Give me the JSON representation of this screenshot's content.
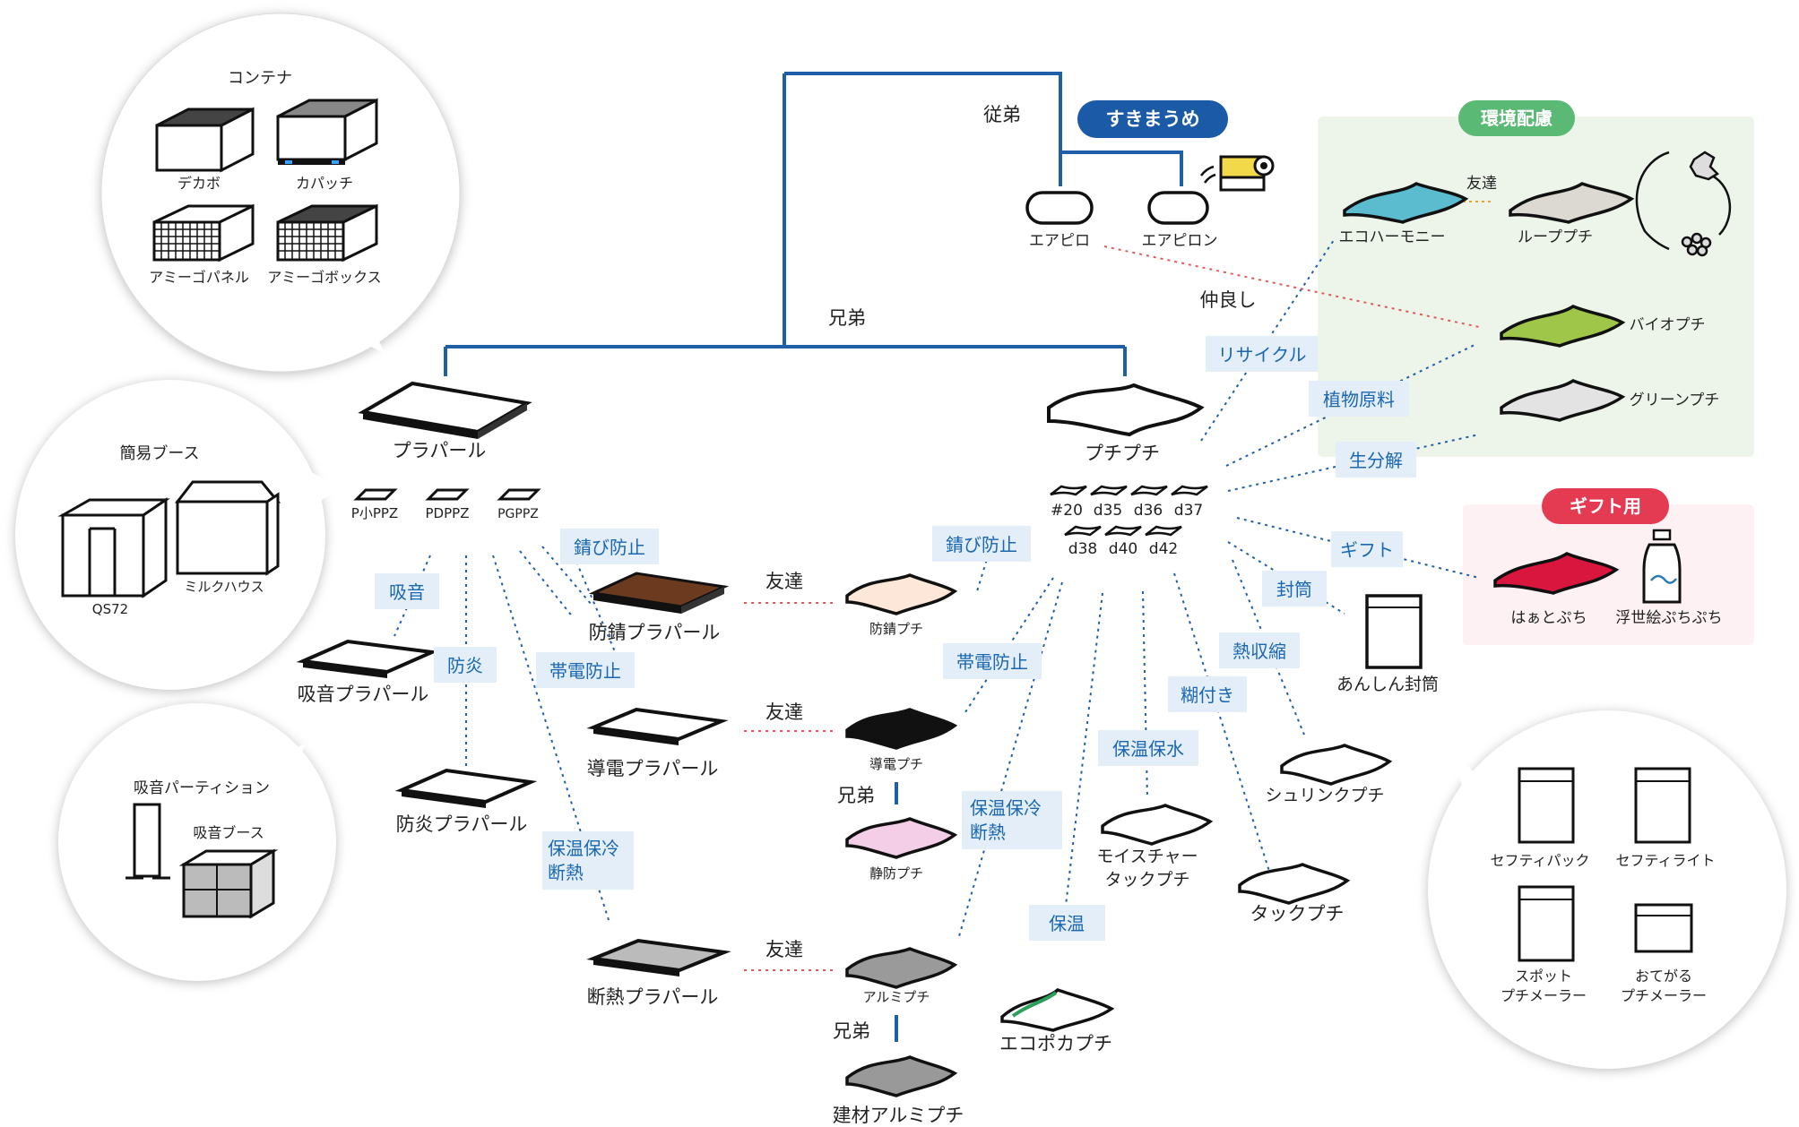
{
  "bubbles": {
    "container": {
      "title": "コンテナ",
      "items": [
        "デカボ",
        "カパッチ",
        "アミーゴパネル",
        "アミーゴボックス"
      ]
    },
    "simple_booth": {
      "title": "簡易ブース",
      "items": [
        "QS72",
        "ミルクハウス"
      ]
    },
    "sound_partition": {
      "title": "吸音パーティション",
      "items": [
        "吸音ブース"
      ]
    },
    "envelopes": {
      "items": [
        "セフティパック",
        "セフティライト",
        "スポット",
        "プチメーラー",
        "おてがる",
        "プチメーラー"
      ]
    }
  },
  "tree": {
    "relations": {
      "cousin": "従弟",
      "brother": "兄弟",
      "friend": "友達",
      "friendly": "仲良し"
    }
  },
  "badges": {
    "sukimaume": "すきまうめ",
    "eco": "環境配慮",
    "gift": "ギフト用"
  },
  "products": {
    "aipiro": "エアピロ",
    "aipiron": "エアピロン",
    "purapearl": "プラパール",
    "puchipuchi": "プチプチ",
    "ppz": [
      "P小PPZ",
      "PDPPZ",
      "PGPPZ"
    ],
    "sizes_row1": [
      "#20",
      "d35",
      "d36",
      "d37"
    ],
    "sizes_row2": [
      "d38",
      "d40",
      "d42"
    ],
    "bousei_purapearl": "防錆プラパール",
    "bousei_puchi": "防錆プチ",
    "kyuon_purapearl": "吸音プラパール",
    "douden_purapearl": "導電プラパール",
    "douden_puchi": "導電プチ",
    "seibou_puchi": "静防プチ",
    "bouen_purapearl": "防炎プラパール",
    "dannetsu_purapearl": "断熱プラパール",
    "alumi_puchi": "アルミプチ",
    "kenzai_alumi_puchi": "建材アルミプチ",
    "ecopoca_puchi": "エコポカプチ",
    "moisture_tack": [
      "モイスチャー",
      "タックプチ"
    ],
    "tack_puchi": "タックプチ",
    "shrink_puchi": "シュリンクプチ",
    "anshin_futou": "あんしん封筒",
    "eco_harmony": "エコハーモニー",
    "loop_puchi": "ループプチ",
    "bio_puchi": "バイオプチ",
    "green_puchi": "グリーンプチ",
    "heart_puchi": "はぁとぷち",
    "ukiyoe_puchi": "浮世絵ぷちぷち"
  },
  "features": {
    "recycle": "リサイクル",
    "plant": "植物原料",
    "biodeg": "生分解",
    "gift": "ギフト",
    "envelope": "封筒",
    "heat_shrink": "熱収縮",
    "adhesive": "糊付き",
    "keep_warm_water": "保温保水",
    "keep_warm": "保温",
    "keep_warm_insulation": [
      "保温保冷",
      "断熱"
    ],
    "antistatic": "帯電防止",
    "antirust": "錆び防止",
    "sound_absorb": "吸音",
    "flameproof": "防炎"
  },
  "colors": {
    "tree_line": "#1f5fa8",
    "caption": "#1b67b1",
    "caption_bg": "#e3eef8",
    "badge_blue": "#1b5aa6",
    "badge_green": "#5ab974",
    "badge_red": "#e43b52",
    "eco_panel": "#edf5ea",
    "gift_panel": "#fdf1f4",
    "red_dot": "#e05a5a"
  }
}
